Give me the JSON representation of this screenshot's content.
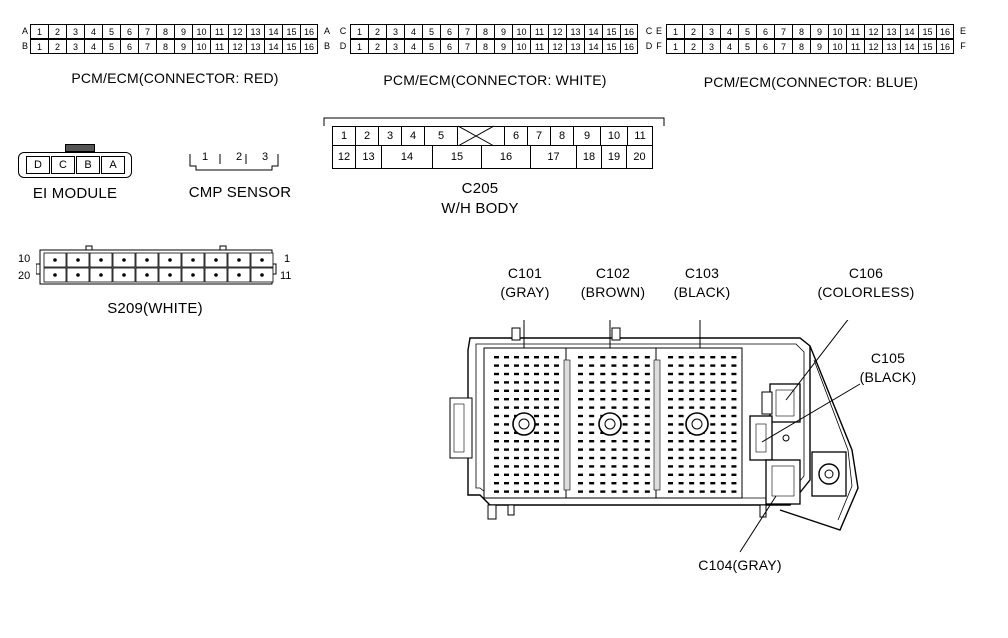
{
  "pcm_red": {
    "title": "PCM/ECM(CONNECTOR: RED)",
    "row_labels": [
      "A",
      "B"
    ],
    "pins": [
      "1",
      "2",
      "3",
      "4",
      "5",
      "6",
      "7",
      "8",
      "9",
      "10",
      "11",
      "12",
      "13",
      "14",
      "15",
      "16"
    ]
  },
  "pcm_white": {
    "title": "PCM/ECM(CONNECTOR: WHITE)",
    "row_labels": [
      "C",
      "D"
    ],
    "pins": [
      "1",
      "2",
      "3",
      "4",
      "5",
      "6",
      "7",
      "8",
      "9",
      "10",
      "11",
      "12",
      "13",
      "14",
      "15",
      "16"
    ]
  },
  "pcm_blue": {
    "title": "PCM/ECM(CONNECTOR: BLUE)",
    "row_labels": [
      "E",
      "F"
    ],
    "pins": [
      "1",
      "2",
      "3",
      "4",
      "5",
      "6",
      "7",
      "8",
      "9",
      "10",
      "11",
      "12",
      "13",
      "14",
      "15",
      "16"
    ]
  },
  "ei_module": {
    "title": "EI MODULE",
    "pins": [
      "D",
      "C",
      "B",
      "A"
    ]
  },
  "cmp_sensor": {
    "title": "CMP SENSOR",
    "pins": [
      "1",
      "2",
      "3"
    ]
  },
  "c205": {
    "title": "C205",
    "subtitle": "W/H BODY",
    "top_row": [
      "1",
      "2",
      "3",
      "4",
      "5",
      "6",
      "7",
      "8",
      "9",
      "10",
      "11"
    ],
    "bottom_row": [
      "12",
      "13",
      "14",
      "15",
      "16",
      "17",
      "18",
      "19",
      "20"
    ]
  },
  "s209": {
    "title": "S209(WHITE)",
    "left_top": "10",
    "left_bottom": "20",
    "right_top": "1",
    "right_bottom": "11"
  },
  "fuse_box": {
    "c101": {
      "name": "C101",
      "color": "(GRAY)"
    },
    "c102": {
      "name": "C102",
      "color": "(BROWN)"
    },
    "c103": {
      "name": "C103",
      "color": "(BLACK)"
    },
    "c106": {
      "name": "C106",
      "color": "(COLORLESS)"
    },
    "c105": {
      "name": "C105",
      "color": "(BLACK)"
    },
    "c104": {
      "name": "C104(GRAY)"
    }
  }
}
